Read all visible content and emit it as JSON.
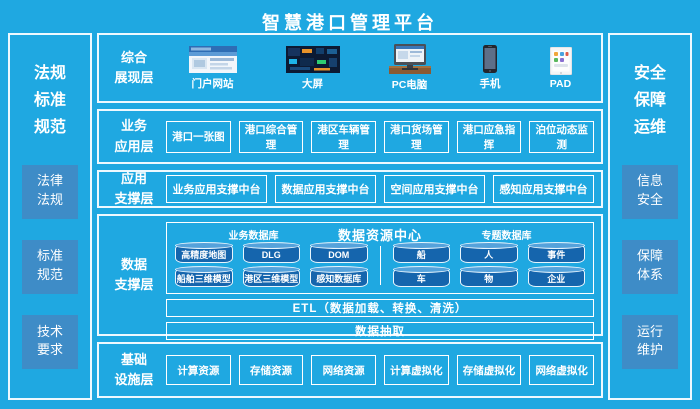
{
  "title": "智慧港口管理平台",
  "colors": {
    "background": "#1fa8e1",
    "panel_item": "#3e8cc7",
    "cylinder_body": "#1565ad",
    "cylinder_top": "#55a2db",
    "border": "#ffffff"
  },
  "left_panel": {
    "title": "法规\n标准\n规范",
    "items": [
      "法律\n法规",
      "标准\n规范",
      "技术\n要求"
    ]
  },
  "right_panel": {
    "title": "安全\n保障\n运维",
    "items": [
      "信息\n安全",
      "保障\n体系",
      "运行\n维护"
    ]
  },
  "layers": {
    "presentation": {
      "label": "综合\n展现层",
      "devices": [
        {
          "label": "门户网站",
          "icon": "portal-website-image"
        },
        {
          "label": "大屏",
          "icon": "big-screen-image"
        },
        {
          "label": "PC电脑",
          "icon": "pc-computer-image"
        },
        {
          "label": "手机",
          "icon": "smartphone-image"
        },
        {
          "label": "PAD",
          "icon": "tablet-image"
        }
      ]
    },
    "business": {
      "label": "业务\n应用层",
      "items": [
        "港口一张图",
        "港口综合管理",
        "港区车辆管理",
        "港口货场管理",
        "港口应急指挥",
        "泊位动态监测"
      ]
    },
    "application": {
      "label": "应用\n支撑层",
      "items": [
        "业务应用支撑中台",
        "数据应用支撑中台",
        "空间应用支撑中台",
        "感知应用支撑中台"
      ]
    },
    "data": {
      "label": "数据\n支撑层",
      "center_title": "数据资源中心",
      "business_db": {
        "title": "业务数据库",
        "cylinders": [
          "高精度地图",
          "DLG",
          "DOM",
          "船舶三维模型",
          "港区三维模型",
          "感知数据库"
        ]
      },
      "topic_db": {
        "title": "专题数据库",
        "cylinders": [
          "船",
          "人",
          "事件",
          "车",
          "物",
          "企业"
        ]
      },
      "etl_label": "ETL（数据加载、转换、清洗）",
      "extract_label": "数据抽取"
    },
    "infrastructure": {
      "label": "基础\n设施层",
      "items": [
        "计算资源",
        "存储资源",
        "网络资源",
        "计算虚拟化",
        "存储虚拟化",
        "网络虚拟化"
      ]
    }
  }
}
